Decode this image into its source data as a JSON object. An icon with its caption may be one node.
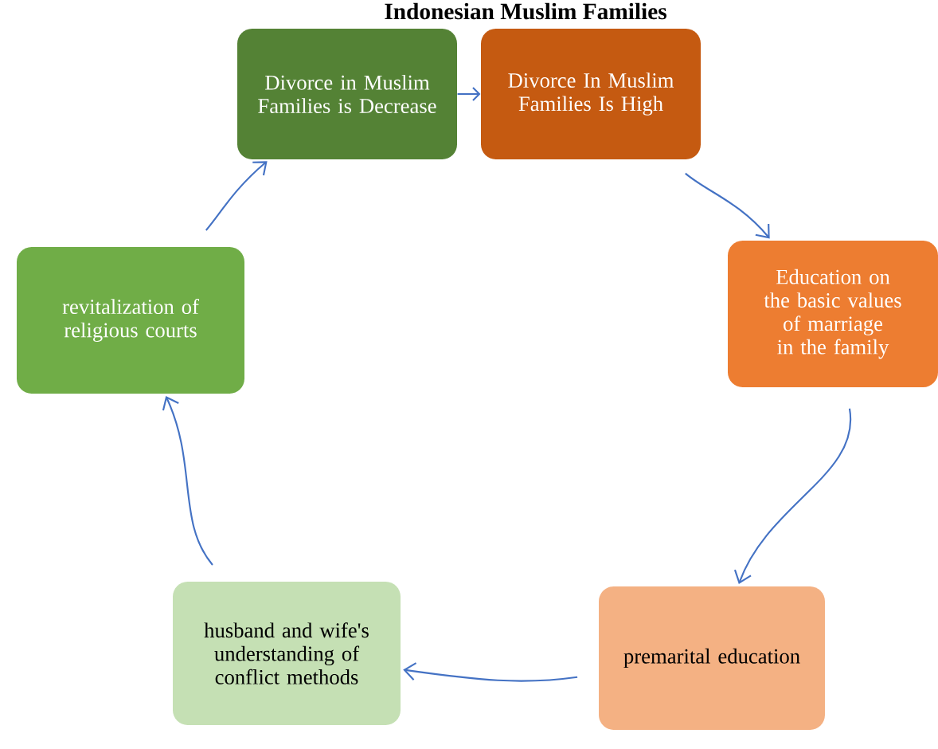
{
  "diagram": {
    "title": "Indonesian Muslim Families",
    "nodes": [
      {
        "text": [
          "Divorce in Muslim Families is Decrease"
        ]
      },
      {
        "text": [
          "Divorce In Muslim Families Is High"
        ]
      },
      {
        "text": [
          "Education on the basic values of marriage in the family"
        ]
      },
      {
        "text": [
          "premarital education"
        ]
      },
      {
        "text": [
          "husband and wife's understanding of conflict methods"
        ]
      },
      {
        "text": [
          "revitalization of religious courts"
        ]
      }
    ],
    "edges": [
      {
        "from": 1,
        "to": 2,
        "arrow": "to"
      },
      {
        "from": 2,
        "to": 3,
        "arrow": "to"
      },
      {
        "from": 3,
        "to": 4,
        "arrow": "to"
      },
      {
        "from": 4,
        "to": 5,
        "arrow": "to"
      },
      {
        "from": 5,
        "to": 0,
        "arrow": "to"
      },
      {
        "from": 0,
        "to": 1,
        "arrow": "to"
      }
    ]
  }
}
